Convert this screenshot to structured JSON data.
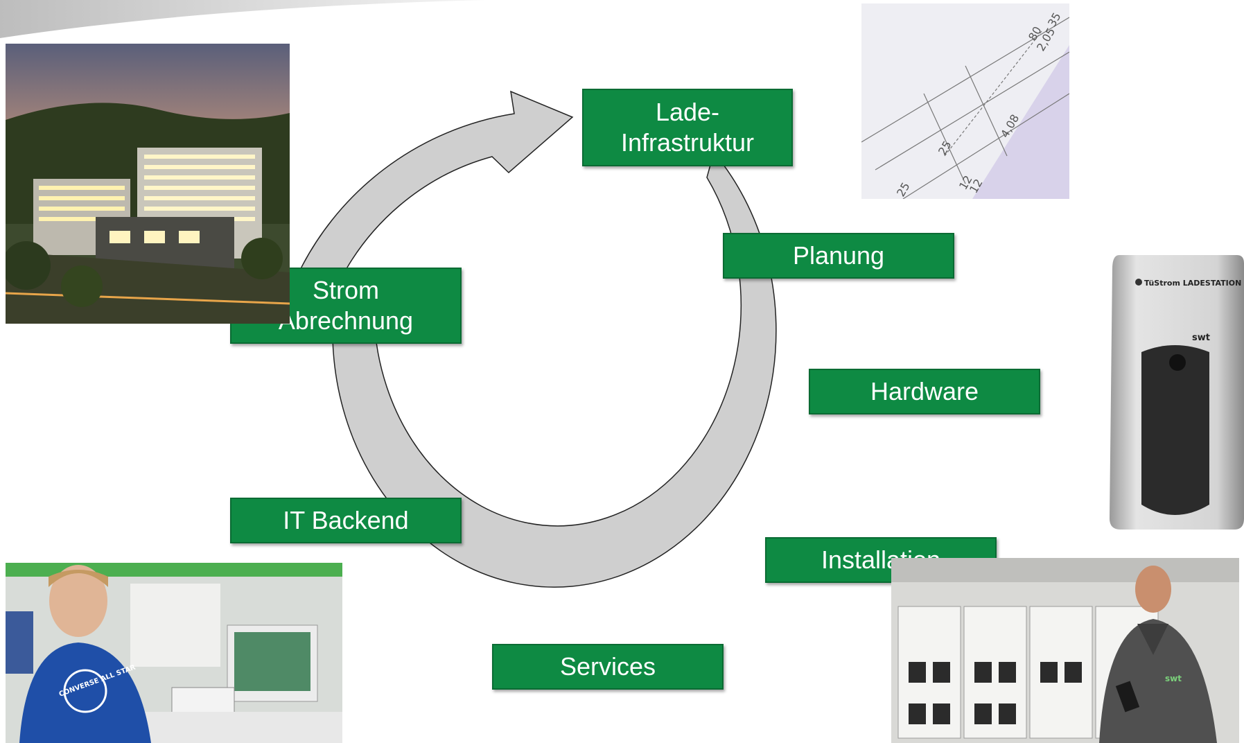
{
  "diagram": {
    "steps": [
      {
        "lines": [
          "Lade-",
          "Infrastruktur"
        ]
      },
      {
        "lines": [
          "Planung"
        ]
      },
      {
        "lines": [
          "Hardware"
        ]
      },
      {
        "lines": [
          "Installation"
        ]
      },
      {
        "lines": [
          "Services"
        ]
      },
      {
        "lines": [
          "IT Backend"
        ]
      },
      {
        "lines": [
          "Strom",
          "Abrechnung"
        ]
      }
    ]
  },
  "photos": {
    "charging_station": {
      "brand_text": "TüStrom LADESTATION",
      "logo_text": "swt"
    },
    "blueprint": {
      "dimension_labels": [
        "80",
        "35",
        "2,05",
        "4,08",
        "25",
        "25",
        "12",
        "12"
      ]
    },
    "person_shirt": {
      "shirt_text": "CONVERSE ALL STAR"
    },
    "technician": {
      "jacket_logo": "swt"
    }
  },
  "colors": {
    "box_green": "#0e8a43",
    "arrow_gray": "#cfcfcf"
  }
}
